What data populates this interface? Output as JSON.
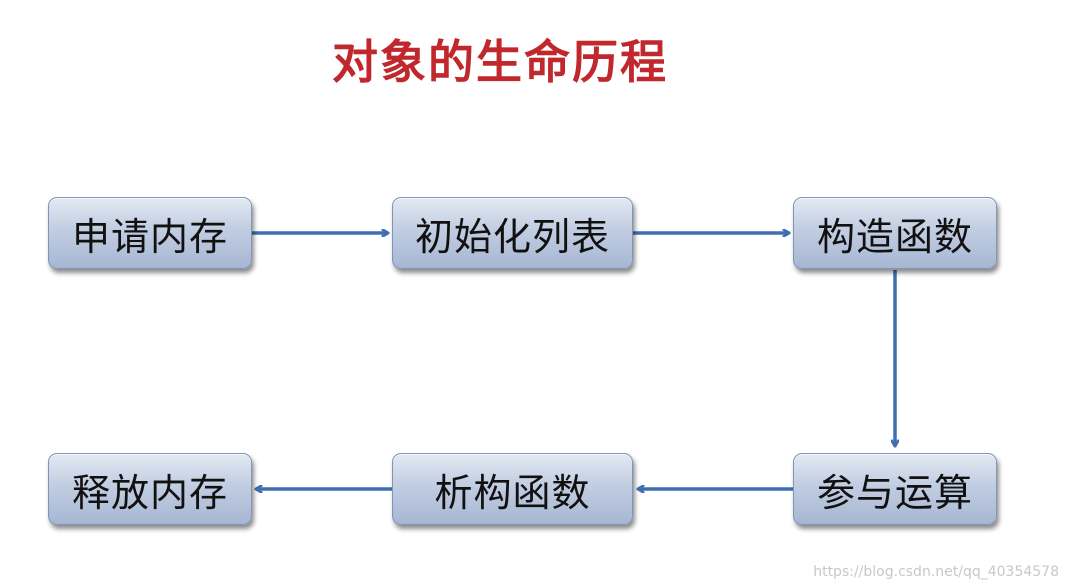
{
  "title": "对象的生命历程",
  "nodes": {
    "alloc": "申请内存",
    "init_list": "初始化列表",
    "constructor": "构造函数",
    "compute": "参与运算",
    "destructor": "析构函数",
    "free": "释放内存"
  },
  "watermark": "https://blog.csdn.net/qq_40354578",
  "colors": {
    "title": "#c0282d",
    "arrow": "#3f6fb0",
    "box_top": "#e3e9f3",
    "box_bottom": "#a7b7d3"
  }
}
